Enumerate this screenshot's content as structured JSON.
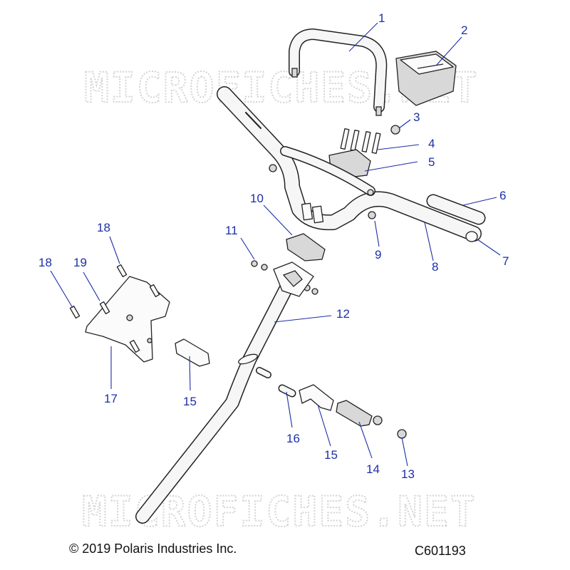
{
  "watermark": "MICROFICHES.NET",
  "footer": {
    "copyright": "© 2019 Polaris Industries Inc.",
    "drawing_id": "C601193"
  },
  "callouts": [
    "1",
    "2",
    "3",
    "4",
    "5",
    "6",
    "7",
    "8",
    "9",
    "10",
    "11",
    "12",
    "13",
    "14",
    "15",
    "15",
    "16",
    "17",
    "18",
    "18",
    "19"
  ],
  "colors": {
    "callout": "#1c2fa8",
    "line": "#222222",
    "watermark": "#d4d4d4"
  }
}
